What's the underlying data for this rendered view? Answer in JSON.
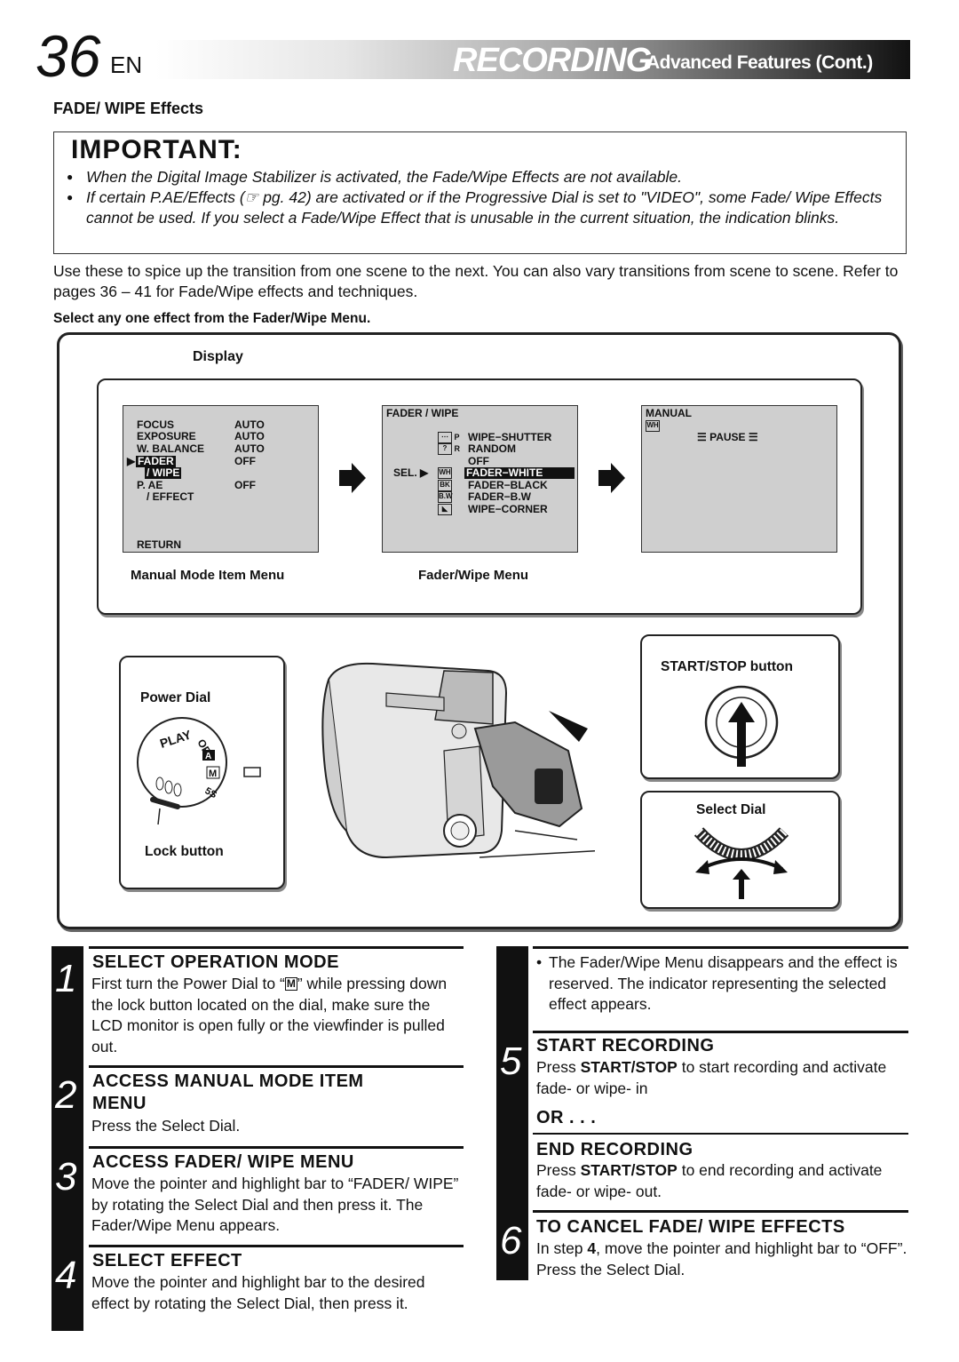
{
  "header": {
    "page_number": "36",
    "language": "EN",
    "recording": "RECORDING",
    "subtitle": "Advanced Features (Cont.)"
  },
  "section_title": "FADE/ WIPE Effects",
  "important": {
    "title": "IMPORTANT:",
    "items": [
      "When the Digital Image Stabilizer is activated, the Fade/Wipe Effects are not available.",
      "If certain P.AE/Effects (☞ pg. 42) are activated or if the Progressive Dial is set to \"VIDEO\", some Fade/ Wipe Effects cannot be used. If you select a Fade/Wipe Effect that is unusable in the current situation, the indication blinks."
    ]
  },
  "intro": "Use these to spice up the transition from one scene to the next. You can also vary transitions from scene to scene. Refer to pages 36 – 41 for Fade/Wipe effects and techniques.",
  "select_any": "Select any one effect from the Fader/Wipe Menu.",
  "diagram": {
    "display_label": "Display",
    "manual_menu": {
      "caption": "Manual Mode Item Menu",
      "rows": [
        {
          "item": "FOCUS",
          "value": "AUTO"
        },
        {
          "item": "EXPOSURE",
          "value": "AUTO"
        },
        {
          "item": "W. BALANCE",
          "value": "AUTO"
        },
        {
          "item": "FADER",
          "value": "OFF"
        },
        {
          "item": "/ WIPE",
          "value": ""
        },
        {
          "item": "P. AE",
          "value": "OFF"
        },
        {
          "item": "/ EFFECT",
          "value": ""
        }
      ],
      "return": "RETURN"
    },
    "fader_menu": {
      "caption": "Fader/Wipe Menu",
      "title": "FADER / WIPE",
      "sel": "SEL. ▶",
      "items": [
        {
          "icon": "P",
          "label": "WIPE−SHUTTER"
        },
        {
          "icon": "R",
          "label": "RANDOM"
        },
        {
          "icon": "",
          "label": "OFF"
        },
        {
          "icon": "WH",
          "label": "FADER−WHITE"
        },
        {
          "icon": "BK",
          "label": "FADER−BLACK"
        },
        {
          "icon": "B.W",
          "label": "FADER−B.W"
        },
        {
          "icon": "◣",
          "label": "WIPE−CORNER"
        }
      ]
    },
    "manual_screen": {
      "title": "MANUAL",
      "icon": "WH",
      "pause": "PAUSE"
    },
    "power_dial": {
      "label": "Power Dial",
      "lock": "Lock button",
      "marks": [
        "PLAY",
        "OFF",
        "A",
        "M",
        "5S"
      ]
    },
    "start_stop": "START/STOP button",
    "select_dial": "Select Dial"
  },
  "steps": [
    {
      "num": "1",
      "title": "SELECT OPERATION MODE",
      "body_pre": "First turn the Power Dial to “",
      "body_icon": "M",
      "body_post": "” while pressing down the lock button located on the dial, make sure the LCD monitor is open fully or the viewfinder is pulled out."
    },
    {
      "num": "2",
      "title_line1": "ACCESS MANUAL MODE ITEM",
      "title_line2": "MENU",
      "body": "Press the Select Dial."
    },
    {
      "num": "3",
      "title": "ACCESS FADER/ WIPE MENU",
      "body": "Move the pointer and highlight bar to “FADER/ WIPE” by rotating the Select Dial and then press it. The Fader/Wipe Menu appears."
    },
    {
      "num": "4",
      "title": "SELECT EFFECT",
      "body": "Move the pointer and highlight bar to the desired effect by rotating the Select Dial, then press it."
    },
    {
      "bullet": "•",
      "body": "The Fader/Wipe Menu disappears and the effect is reserved. The indicator representing the selected effect appears."
    },
    {
      "num": "5",
      "title": "START RECORDING",
      "body_pre": "Press ",
      "body_kw": "START/STOP",
      "body_post": " to start recording and activate fade- or wipe- in",
      "or": "OR . . .",
      "title2": "END RECORDING",
      "body2_pre": "Press ",
      "body2_kw": "START/STOP",
      "body2_post": " to end recording and activate fade- or wipe- out."
    },
    {
      "num": "6",
      "title": "TO CANCEL FADE/ WIPE EFFECTS",
      "body_pre": "In step ",
      "body_kw": "4",
      "body_post": ", move the pointer and highlight bar to “OFF”. Press the Select Dial."
    }
  ]
}
